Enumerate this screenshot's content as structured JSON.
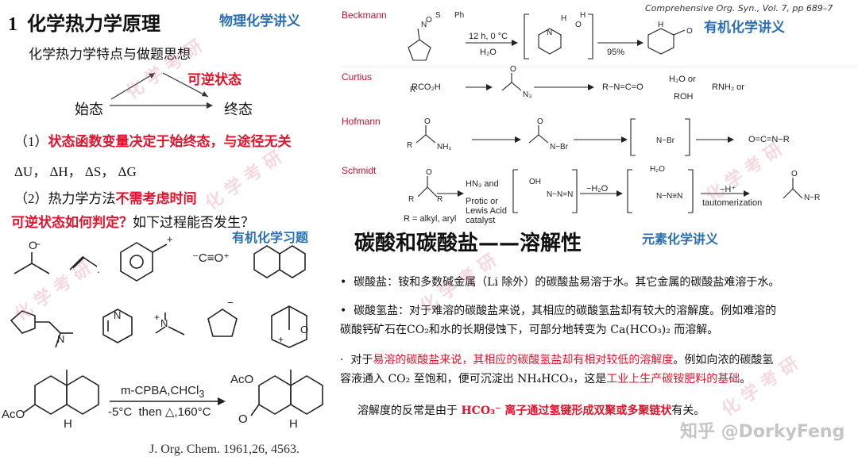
{
  "left": {
    "section_number": "1",
    "section_title": "化学热力学原理",
    "tag_physchem": "物理化学讲义",
    "subtitle": "化学热力学特点与做题思想",
    "reversible_state": "可逆状态",
    "initial_state": "始态",
    "final_state": "终态",
    "point1_prefix": "（1）",
    "point1_red": "状态函数变量决定于始终态，与途径无关",
    "state_functions": "ΔU， ΔH， ΔS， ΔG",
    "point2_prefix": "（2）热力学方法",
    "point2_red": "不需考虑时间",
    "question_red": "可逆状态如何判定？",
    "question_rest": "如下过程能否发生？",
    "tag_organic_exercise": "有机化学习题",
    "reagent_line1": "m-CPBA,CHCl",
    "reagent_line1_sub": "3",
    "reagent_line2": "-5°C  then △,160°C",
    "acetoxy_left": "AcO",
    "acetoxy_right": "AcO",
    "ketone_o": "O",
    "h_left": "H",
    "h_right": "H",
    "ion_co": "⁻C≡O⁺",
    "citation": "J. Org. Chem. 1961,26, 4563."
  },
  "right": {
    "source": "Comprehensive Org. Syn., Vol. 7, pp 689–7",
    "tag_organic_notes": "有机化学讲义",
    "reactions": [
      {
        "name": "Beckmann"
      },
      {
        "name": "Curtius"
      },
      {
        "name": "Hofmann"
      },
      {
        "name": "Schmidt"
      }
    ],
    "beckmann_cond1": "12 h, 0 °C",
    "beckmann_cond2": "H₂O",
    "beckmann_yield": "95%",
    "curtius_start": "RCO₂H",
    "curtius_iso": "R−N=C=O",
    "curtius_cond1": "H₂O or",
    "curtius_cond2": "ROH",
    "curtius_prod": "RNH₂ or",
    "hofmann_prod": "O=C=N−R",
    "schmidt_cond1": "HN₃ and",
    "schmidt_cond2": "Protic or",
    "schmidt_cond3": "Lewis Acid",
    "schmidt_cond4": "catalyst",
    "schmidt_r": "R = alkyl, aryl",
    "schmidt_water": "−H₂O",
    "schmidt_h": "−H⁺",
    "schmidt_taut": "tautomerization",
    "section_title": "碳酸和碳酸盐——溶解性",
    "tag_inorganic": "元素化学讲义",
    "bullet1": "碳酸盐：铵和多数碱金属（Li 除外）的碳酸盐易溶于水。其它金属的碳酸盐难溶于水。",
    "bullet2_line1": "碳酸氢盐：对于难溶的碳酸盐来说，其相应的碳酸氢盐却有较大的溶解度。例如难溶的",
    "bullet2_line2": "碳酸钙矿石在CO₂和水的长期侵蚀下，可部分地转变为 Ca(HCO₃)₂ 而溶解。",
    "bullet3_prefix": "对于",
    "bullet3_red": "易溶的碳酸盐来说，其相应的碳酸氢盐却有相对较低的溶解度",
    "bullet3_rest": "。例如向浓的碳酸氢",
    "bullet3_line2_a": "容液通入 CO₂ 至饱和，便可沉淀出 NH₄HCO₃，这是",
    "bullet3_line2_red": "工业上生产碳铵肥料的基础",
    "bullet3_line2_end": "。",
    "bullet4_a": "溶解度的反常是由于 ",
    "bullet4_red": "HCO₃⁻ 离子通过氢键形成双聚或多聚链状",
    "bullet4_end": "有关。",
    "watermark_zhihu": "知乎 @DorkyFeng",
    "watermark_tile": "化 学 考 研"
  }
}
